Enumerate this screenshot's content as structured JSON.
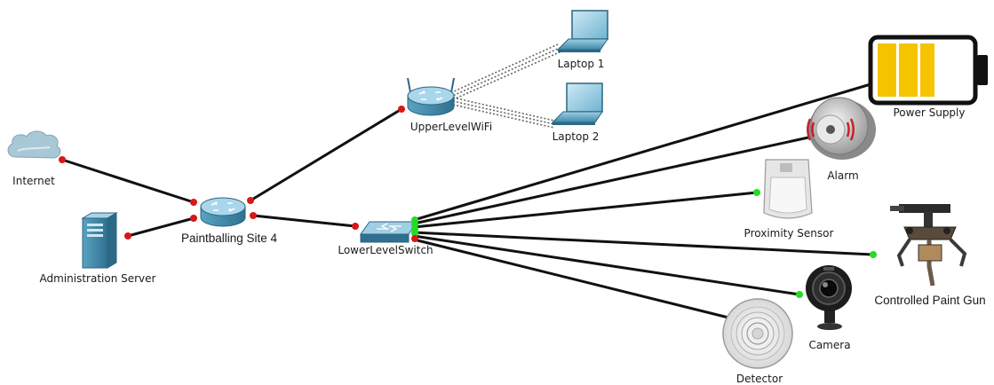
{
  "diagram": {
    "nodes": {
      "internet": {
        "label": "Internet",
        "icon": "cloud-icon"
      },
      "admin_server": {
        "label": "Administration Server",
        "icon": "server-icon"
      },
      "router": {
        "label": "Paintballing Site 4",
        "icon": "router-icon"
      },
      "wifi": {
        "label": "UpperLevelWiFi",
        "icon": "wireless-router-icon"
      },
      "laptop1": {
        "label": "Laptop 1",
        "icon": "laptop-icon"
      },
      "laptop2": {
        "label": "Laptop 2",
        "icon": "laptop-icon"
      },
      "switch": {
        "label": "LowerLevelSwitch",
        "icon": "switch-icon"
      },
      "power_supply": {
        "label": "Power Supply",
        "icon": "battery-icon"
      },
      "alarm": {
        "label": "Alarm",
        "icon": "alarm-icon"
      },
      "proximity_sensor": {
        "label": "Proximity Sensor",
        "icon": "motion-sensor-icon"
      },
      "paint_gun": {
        "label": "Controlled Paint Gun",
        "icon": "paint-gun-icon"
      },
      "camera": {
        "label": "Camera",
        "icon": "webcam-icon"
      },
      "detector": {
        "label": "Detector",
        "icon": "smoke-detector-icon"
      }
    },
    "colors": {
      "link": "#111111",
      "port_down": "#d81818",
      "port_up": "#22dd22",
      "device_blue": "#4f9ab8",
      "battery_fill": "#f5c400"
    }
  }
}
